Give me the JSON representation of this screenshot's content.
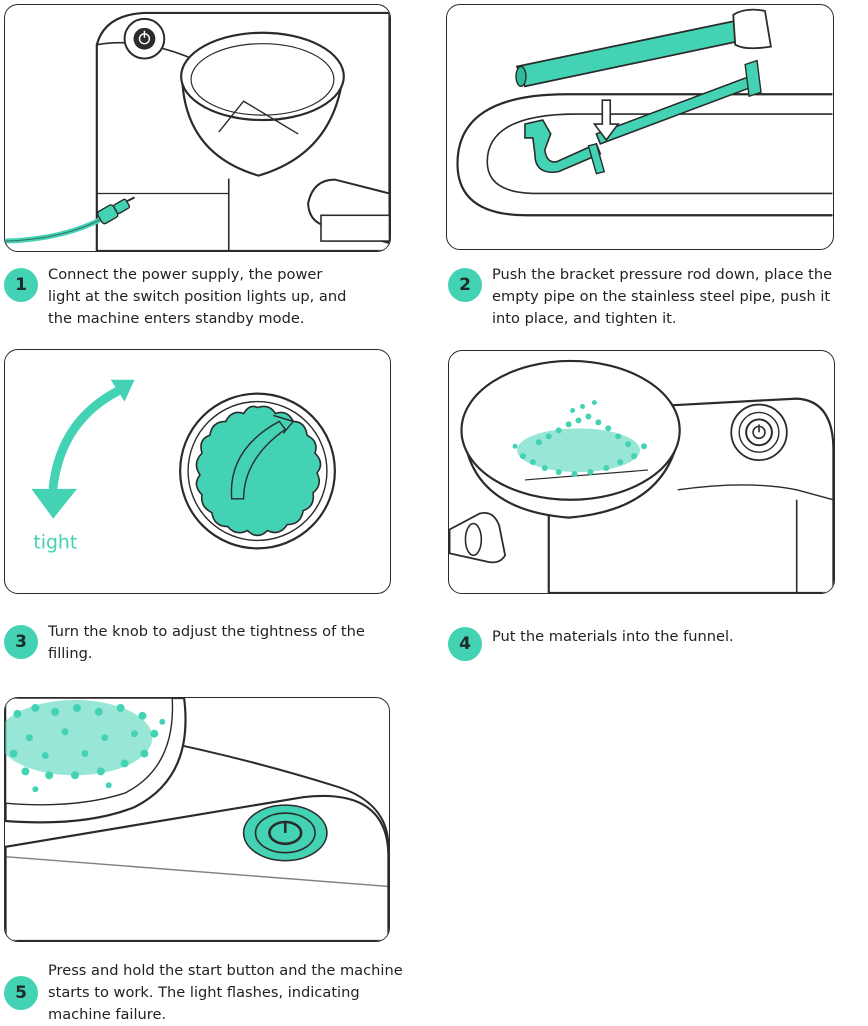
{
  "colors": {
    "accent": "#43d2b3",
    "outline": "#2b2b2b"
  },
  "steps": [
    {
      "number": "1",
      "text": "Connect the power supply, the power light at the switch position lights up, and the machine enters standby mode."
    },
    {
      "number": "2",
      "text": "Push the bracket pressure rod down, place the empty pipe on the stainless steel pipe, push it into place, and tighten it."
    },
    {
      "number": "3",
      "text": "Turn the knob to adjust the tightness of the filling."
    },
    {
      "number": "4",
      "text": "Put the materials into the funnel."
    },
    {
      "number": "5",
      "text": "Press and hold the start button and the machine starts to work. The light flashes, indicating machine failure."
    }
  ],
  "panel3": {
    "arrow_label": "tight"
  }
}
